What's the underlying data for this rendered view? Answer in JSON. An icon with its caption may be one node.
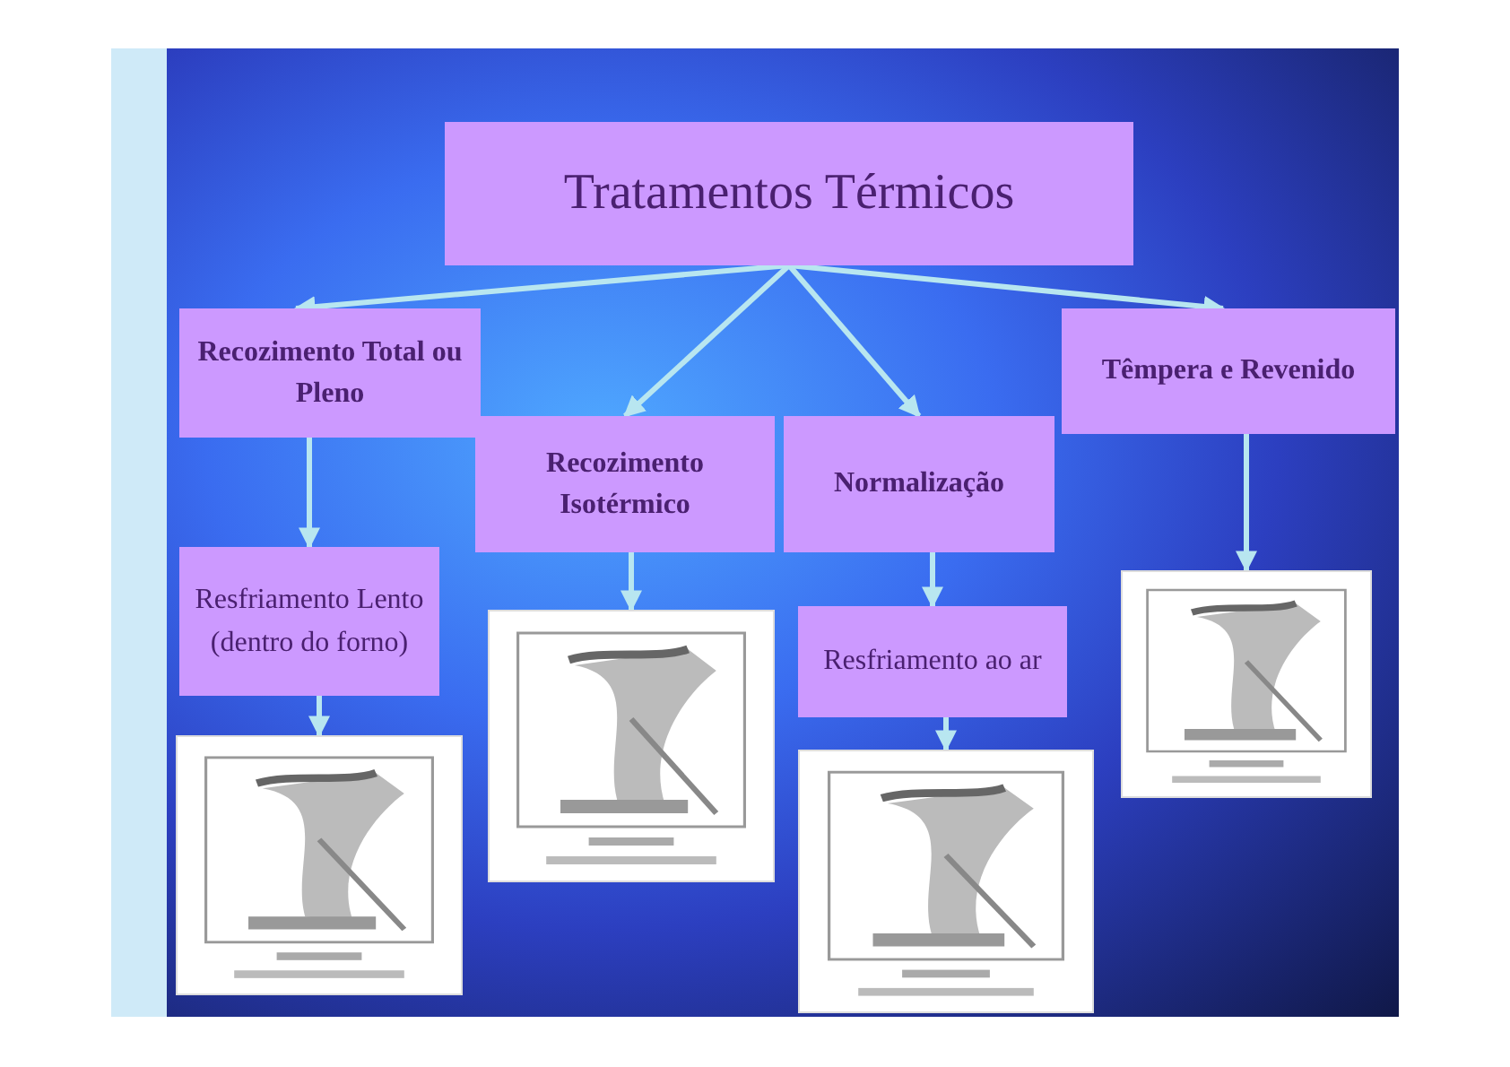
{
  "diagram": {
    "nodes": [
      {
        "text": [
          "Tratamentos Térmicos"
        ]
      },
      {
        "text": [
          "Recozimento Total ou Pleno"
        ]
      },
      {
        "text": [
          "Recozimento Isotérmico"
        ]
      },
      {
        "text": [
          "Normalização"
        ]
      },
      {
        "text": [
          "Têmpera e Revenido"
        ]
      },
      {
        "text": [
          "Resfriamento Lento (dentro do forno)"
        ]
      },
      {
        "text": [],
        "shape": "picture"
      },
      {
        "text": [],
        "shape": "picture"
      },
      {
        "text": [
          "Resfriamento ao ar"
        ]
      },
      {
        "text": [],
        "shape": "picture"
      },
      {
        "text": [],
        "shape": "picture"
      }
    ],
    "edges": [
      {
        "from": 0,
        "to": 1,
        "arrow": "to"
      },
      {
        "from": 0,
        "to": 2,
        "arrow": "to"
      },
      {
        "from": 0,
        "to": 3,
        "arrow": "to"
      },
      {
        "from": 0,
        "to": 4,
        "arrow": "to"
      },
      {
        "from": 1,
        "to": 5,
        "arrow": "to"
      },
      {
        "from": 5,
        "to": 6,
        "arrow": "to"
      },
      {
        "from": 2,
        "to": 7,
        "arrow": "to"
      },
      {
        "from": 3,
        "to": 8,
        "arrow": "to"
      },
      {
        "from": 8,
        "to": 9,
        "arrow": "to"
      },
      {
        "from": 4,
        "to": 10,
        "arrow": "to"
      }
    ]
  }
}
